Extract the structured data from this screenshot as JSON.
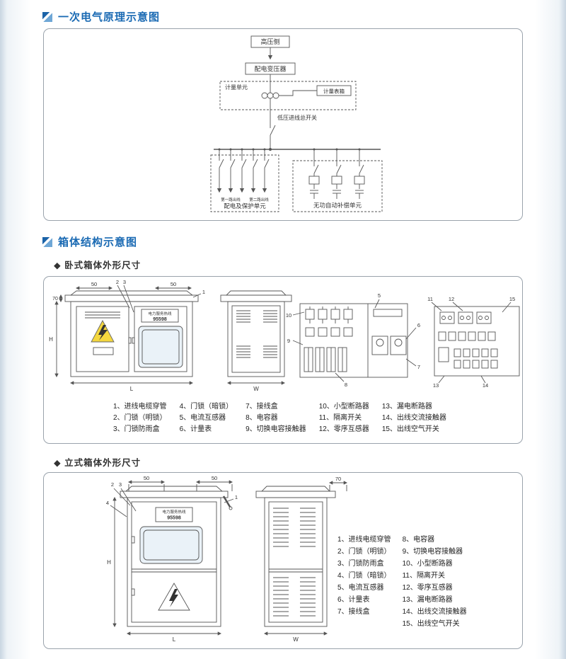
{
  "sections": {
    "s1_title": "一次电气原理示意图",
    "s2_title": "箱体结构示意图",
    "sub_horizontal": "◆ 卧式箱体外形尺寸",
    "sub_vertical": "◆ 立式箱体外形尺寸"
  },
  "circuit": {
    "hv_side": "高压侧",
    "transformer": "配电变压器",
    "metering_unit": "计量单元",
    "meter_box": "计量表箱",
    "lv_main_switch": "低压进线总开关",
    "dist_protection_unit": "配电及保护单元",
    "reactive_comp_unit": "无功自动补偿单元",
    "branch_note_1": "第一路出线",
    "branch_note_2": "第二路出线"
  },
  "cabinet": {
    "hotline_line1": "电力服务热线",
    "hotline_line2": "95598",
    "dims": {
      "fifty": "50",
      "seventy": "70",
      "h": "H",
      "l": "L",
      "w": "W"
    },
    "callouts": [
      "1",
      "2",
      "3",
      "4",
      "5",
      "6",
      "7",
      "8",
      "9",
      "10",
      "11",
      "12",
      "13",
      "14",
      "15"
    ]
  },
  "legend_horizontal": {
    "col1": [
      "1、进线电缆穿管",
      "2、门锁（明锁）",
      "3、门锁防雨盒"
    ],
    "col2": [
      "4、门锁（暗锁）",
      "5、电流互感器",
      "6、计量表"
    ],
    "col3": [
      "7、接线盒",
      "8、电容器",
      "9、切换电容接触器"
    ],
    "col4": [
      "10、小型断路器",
      "11、隔离开关",
      "12、零序互感器"
    ],
    "col5": [
      "13、漏电断路器",
      "14、出线交流接触器",
      "15、出线空气开关"
    ]
  },
  "legend_vertical": {
    "col1": [
      "1、进线电缆穿管",
      "2、门锁（明锁）",
      "3、门锁防雨盒",
      "4、门锁（暗锁）",
      "5、电流互感器",
      "6、计量表",
      "7、接线盒"
    ],
    "col2": [
      "8、电容器",
      "9、切换电容接触器",
      "10、小型断路器",
      "11、隔离开关",
      "12、零序互感器",
      "13、漏电断路器",
      "14、出线交流接触器",
      "15、出线空气开关"
    ]
  }
}
